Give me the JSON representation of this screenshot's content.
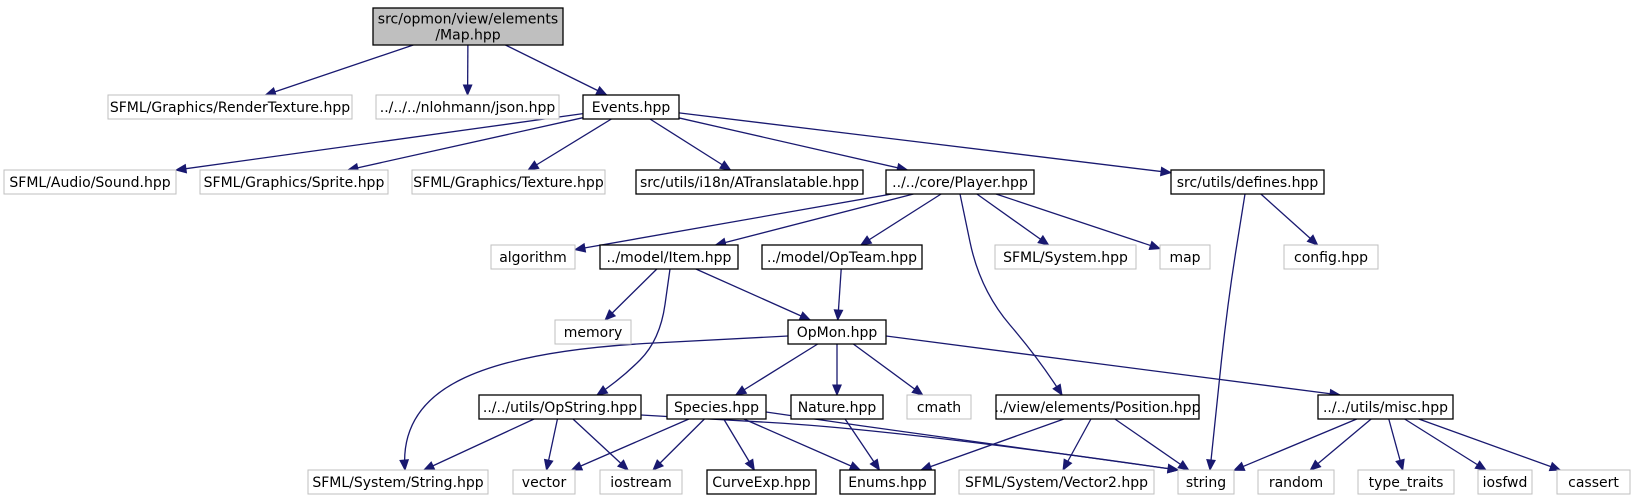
{
  "diagram": {
    "colors": {
      "edge": "#191970",
      "root_fill": "#bfbfbf",
      "documented_border": "#000000",
      "external_border": "#bfbfbf",
      "text": "#000000"
    },
    "nodes": [
      {
        "id": "map",
        "lines": [
          "src/opmon/view/elements",
          "/Map.hpp"
        ],
        "kind": "root"
      },
      {
        "id": "rendertex",
        "lines": [
          "SFML/Graphics/RenderTexture.hpp"
        ],
        "kind": "external"
      },
      {
        "id": "json",
        "lines": [
          "../../../nlohmann/json.hpp"
        ],
        "kind": "external"
      },
      {
        "id": "events",
        "lines": [
          "Events.hpp"
        ],
        "kind": "documented"
      },
      {
        "id": "sound",
        "lines": [
          "SFML/Audio/Sound.hpp"
        ],
        "kind": "external"
      },
      {
        "id": "sprite",
        "lines": [
          "SFML/Graphics/Sprite.hpp"
        ],
        "kind": "external"
      },
      {
        "id": "texture",
        "lines": [
          "SFML/Graphics/Texture.hpp"
        ],
        "kind": "external"
      },
      {
        "id": "atrans",
        "lines": [
          "src/utils/i18n/ATranslatable.hpp"
        ],
        "kind": "documented"
      },
      {
        "id": "player",
        "lines": [
          "../../core/Player.hpp"
        ],
        "kind": "documented"
      },
      {
        "id": "defines",
        "lines": [
          "src/utils/defines.hpp"
        ],
        "kind": "documented"
      },
      {
        "id": "algorithm",
        "lines": [
          "algorithm"
        ],
        "kind": "external"
      },
      {
        "id": "item",
        "lines": [
          "../model/Item.hpp"
        ],
        "kind": "documented"
      },
      {
        "id": "opteam",
        "lines": [
          "../model/OpTeam.hpp"
        ],
        "kind": "documented"
      },
      {
        "id": "sfsystem",
        "lines": [
          "SFML/System.hpp"
        ],
        "kind": "external"
      },
      {
        "id": "map_std",
        "lines": [
          "map"
        ],
        "kind": "external"
      },
      {
        "id": "config",
        "lines": [
          "config.hpp"
        ],
        "kind": "external"
      },
      {
        "id": "memory",
        "lines": [
          "memory"
        ],
        "kind": "external"
      },
      {
        "id": "opmon",
        "lines": [
          "OpMon.hpp"
        ],
        "kind": "documented"
      },
      {
        "id": "opstring",
        "lines": [
          "../../utils/OpString.hpp"
        ],
        "kind": "documented"
      },
      {
        "id": "species",
        "lines": [
          "Species.hpp"
        ],
        "kind": "documented"
      },
      {
        "id": "nature",
        "lines": [
          "Nature.hpp"
        ],
        "kind": "documented"
      },
      {
        "id": "cmath",
        "lines": [
          "cmath"
        ],
        "kind": "external"
      },
      {
        "id": "position",
        "lines": [
          "../view/elements/Position.hpp"
        ],
        "kind": "documented"
      },
      {
        "id": "misc",
        "lines": [
          "../../utils/misc.hpp"
        ],
        "kind": "documented"
      },
      {
        "id": "sfstring",
        "lines": [
          "SFML/System/String.hpp"
        ],
        "kind": "external"
      },
      {
        "id": "vector",
        "lines": [
          "vector"
        ],
        "kind": "external"
      },
      {
        "id": "iostream",
        "lines": [
          "iostream"
        ],
        "kind": "external"
      },
      {
        "id": "curveexp",
        "lines": [
          "CurveExp.hpp"
        ],
        "kind": "documented"
      },
      {
        "id": "enums",
        "lines": [
          "Enums.hpp"
        ],
        "kind": "documented"
      },
      {
        "id": "vector2",
        "lines": [
          "SFML/System/Vector2.hpp"
        ],
        "kind": "external"
      },
      {
        "id": "string",
        "lines": [
          "string"
        ],
        "kind": "external"
      },
      {
        "id": "random",
        "lines": [
          "random"
        ],
        "kind": "external"
      },
      {
        "id": "typetraits",
        "lines": [
          "type_traits"
        ],
        "kind": "external"
      },
      {
        "id": "iosfwd",
        "lines": [
          "iosfwd"
        ],
        "kind": "external"
      },
      {
        "id": "cassert",
        "lines": [
          "cassert"
        ],
        "kind": "external"
      }
    ],
    "edges": [
      {
        "from": "map",
        "to": "rendertex"
      },
      {
        "from": "map",
        "to": "json"
      },
      {
        "from": "map",
        "to": "events"
      },
      {
        "from": "events",
        "to": "sound"
      },
      {
        "from": "events",
        "to": "sprite"
      },
      {
        "from": "events",
        "to": "texture"
      },
      {
        "from": "events",
        "to": "atrans"
      },
      {
        "from": "events",
        "to": "player"
      },
      {
        "from": "events",
        "to": "defines"
      },
      {
        "from": "player",
        "to": "algorithm"
      },
      {
        "from": "player",
        "to": "item"
      },
      {
        "from": "player",
        "to": "opteam"
      },
      {
        "from": "player",
        "to": "sfsystem"
      },
      {
        "from": "player",
        "to": "map_std"
      },
      {
        "from": "player",
        "to": "position"
      },
      {
        "from": "defines",
        "to": "config"
      },
      {
        "from": "defines",
        "to": "string"
      },
      {
        "from": "item",
        "to": "memory"
      },
      {
        "from": "item",
        "to": "opmon"
      },
      {
        "from": "item",
        "to": "opstring"
      },
      {
        "from": "opteam",
        "to": "opmon"
      },
      {
        "from": "opmon",
        "to": "sfstring"
      },
      {
        "from": "opmon",
        "to": "species"
      },
      {
        "from": "opmon",
        "to": "nature"
      },
      {
        "from": "opmon",
        "to": "cmath"
      },
      {
        "from": "opmon",
        "to": "misc"
      },
      {
        "from": "opstring",
        "to": "sfstring"
      },
      {
        "from": "opstring",
        "to": "vector"
      },
      {
        "from": "opstring",
        "to": "iostream"
      },
      {
        "from": "opstring",
        "to": "string"
      },
      {
        "from": "species",
        "to": "vector"
      },
      {
        "from": "species",
        "to": "iostream"
      },
      {
        "from": "species",
        "to": "curveexp"
      },
      {
        "from": "species",
        "to": "enums"
      },
      {
        "from": "species",
        "to": "string"
      },
      {
        "from": "nature",
        "to": "enums"
      },
      {
        "from": "position",
        "to": "enums"
      },
      {
        "from": "position",
        "to": "vector2"
      },
      {
        "from": "position",
        "to": "string"
      },
      {
        "from": "misc",
        "to": "string"
      },
      {
        "from": "misc",
        "to": "random"
      },
      {
        "from": "misc",
        "to": "typetraits"
      },
      {
        "from": "misc",
        "to": "iosfwd"
      },
      {
        "from": "misc",
        "to": "cassert"
      }
    ]
  }
}
